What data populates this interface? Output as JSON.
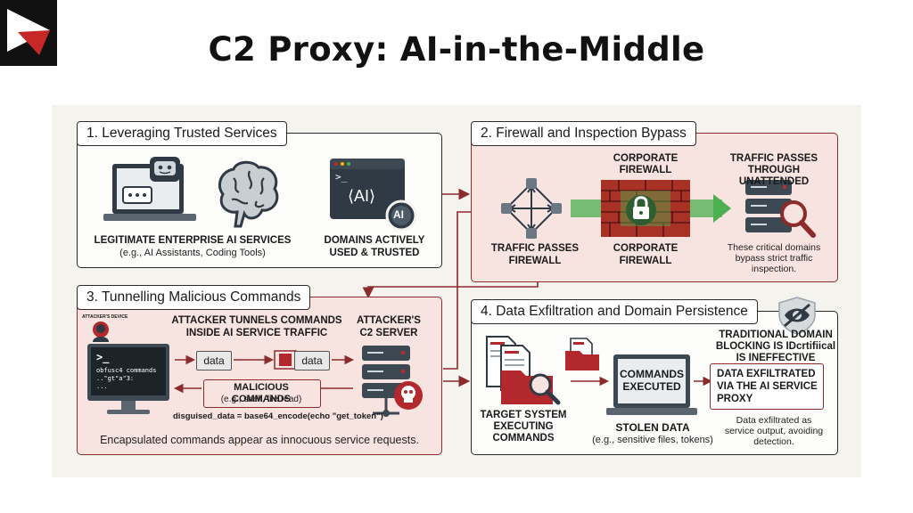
{
  "title": "C2 Proxy: AI-in-the-Middle",
  "colors": {
    "accent_red": "#b3282d",
    "panel_pink": "#f7e3df",
    "arrow_green": "#4caf50",
    "dark": "#2f3a45"
  },
  "icons": [
    "play-logo-icon",
    "laptop-chatbot-icon",
    "brain-icon",
    "ai-window-icon",
    "network-node-icon",
    "firewall-brick-icon",
    "lock-icon",
    "server-search-icon",
    "hacker-icon",
    "terminal-monitor-icon",
    "server-skull-icon",
    "shield-eye-icon",
    "documents-folder-icon",
    "laptop-icon"
  ],
  "panel1": {
    "tab": "1. Leveraging Trusted Services",
    "label1": "LEGITIMATE ENTERPRISE AI SERVICES",
    "sub1": "(e.g., AI Assistants, Coding Tools)",
    "label2a": "DOMAINS ACTIVELY",
    "label2b": "USED & TRUSTED",
    "window_prompt": ">_",
    "window_text": "⟨AI⟩",
    "gear_text": "AI"
  },
  "panel2": {
    "tab": "2. Firewall and Inspection Bypass",
    "fw_top_a": "CORPORATE",
    "fw_top_b": "FIREWALL",
    "fw_bottom_a": "CORPORATE",
    "fw_bottom_b": "FIREWALL",
    "traffic_a": "TRAFFIC PASSES",
    "traffic_b": "FIREWALL",
    "unatt_a": "TRAFFIC PASSES",
    "unatt_b": "THROUGH UNATTENDED",
    "note_a": "These critical domains",
    "note_b": "bypass strict traffic",
    "note_c": "inspection."
  },
  "panel3": {
    "tab": "3. Tunnelling Malicious Commands",
    "tunnel_a": "ATTACKER TUNNELS COMMANDS",
    "tunnel_b": "INSIDE AI SERVICE TRAFFIC",
    "c2_a": "ATTACKER'S",
    "c2_b": "C2 SERVER",
    "data1": "data",
    "data2": "data",
    "mal_a": "MALICIOUS COMMANDS",
    "mal_b": "(e.g., shell, file read)",
    "code": "disguised_data = base64_encode(echo \"get_token\")",
    "term_prompt": ">_",
    "term_l1": "obfusc4 commands",
    "term_l2": "..\"gt\"a\"3:",
    "term_l3": "...",
    "hacker_caption": "ATTACKER'S DEVICE",
    "footer": "Encapsulated commands appear as innocuous service requests."
  },
  "panel4": {
    "tab": "4. Data Exfiltration and Domain Persistence",
    "trad_a": "TRADITIONAL DOMAIN",
    "trad_b": "BLOCKING IS IDcrtifiical",
    "trad_c": "IS INEFFECTIVE",
    "cmd_a": "COMMANDS",
    "cmd_b": "EXECUTED",
    "exfil_a": "DATA EXFILTRATED",
    "exfil_b": "VIA THE AI SERVICE",
    "exfil_c": "PROXY",
    "target_a": "TARGET SYSTEM",
    "target_b": "EXECUTING",
    "target_c": "COMMANDS",
    "stolen": "STOLEN DATA",
    "stolen_sub": "(e.g., sensitive files, tokens)",
    "note_a": "Data exfiltrated as",
    "note_b": "service output, avoiding",
    "note_c": "detection."
  }
}
